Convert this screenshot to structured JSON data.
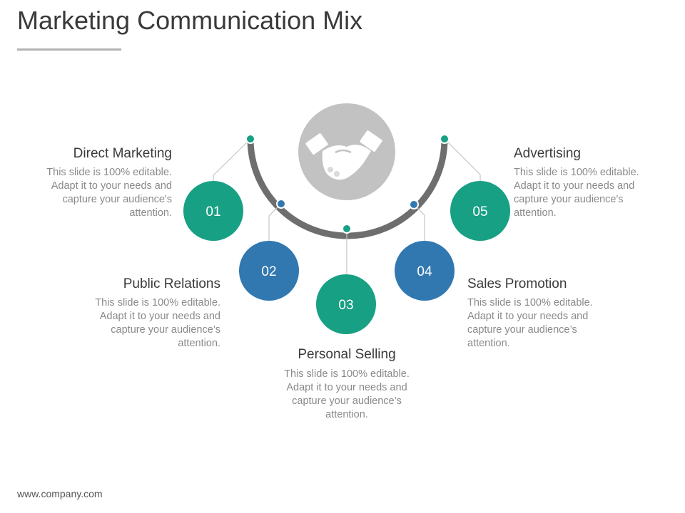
{
  "title": "Marketing Communication Mix",
  "footer": "www.company.com",
  "colors": {
    "teal": "#17a083",
    "blue": "#3178b0",
    "arc": "#6e6e6e",
    "hub": "#c2c2c2"
  },
  "center_icon": "handshake-icon",
  "items": [
    {
      "num": "01",
      "title": "Direct Marketing",
      "desc": "This slide is 100% editable. Adapt it to your needs and capture your audience's attention.",
      "color": "#17a083"
    },
    {
      "num": "02",
      "title": "Public Relations",
      "desc": "This slide is 100% editable. Adapt it to your needs and capture your audience’s attention.",
      "color": "#3178b0"
    },
    {
      "num": "03",
      "title": "Personal Selling",
      "desc": "This slide is 100% editable. Adapt it to your needs and capture your audience’s attention.",
      "color": "#17a083"
    },
    {
      "num": "04",
      "title": "Sales Promotion",
      "desc": "This slide is 100% editable. Adapt it to your needs and capture your audience’s attention.",
      "color": "#3178b0"
    },
    {
      "num": "05",
      "title": "Advertising",
      "desc": "This slide is 100% editable. Adapt it to your needs and capture your audience's attention.",
      "color": "#17a083"
    }
  ]
}
